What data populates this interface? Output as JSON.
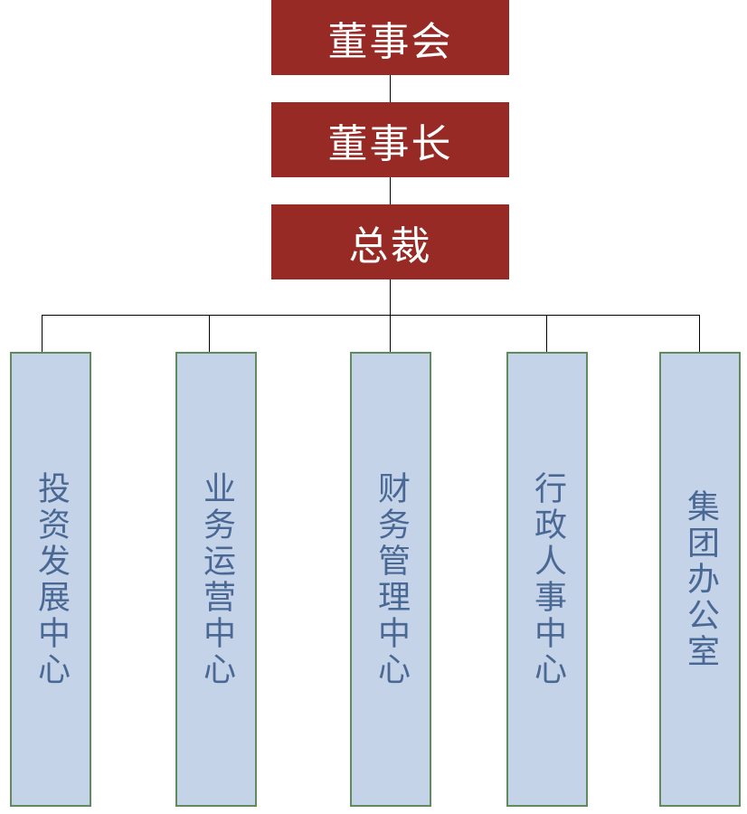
{
  "levels": [
    {
      "label": "董事会"
    },
    {
      "label": "董事长"
    },
    {
      "label": "总裁"
    }
  ],
  "departments": [
    {
      "label": "投资发展中心"
    },
    {
      "label": "业务运营中心"
    },
    {
      "label": "财务管理中心"
    },
    {
      "label": "行政人事中心"
    },
    {
      "label": "集团办公室"
    }
  ],
  "colors": {
    "executive": "#972a24",
    "department_fill": "#c4d3e8",
    "department_border": "#5e8c5c",
    "department_text": "#4a6894"
  }
}
